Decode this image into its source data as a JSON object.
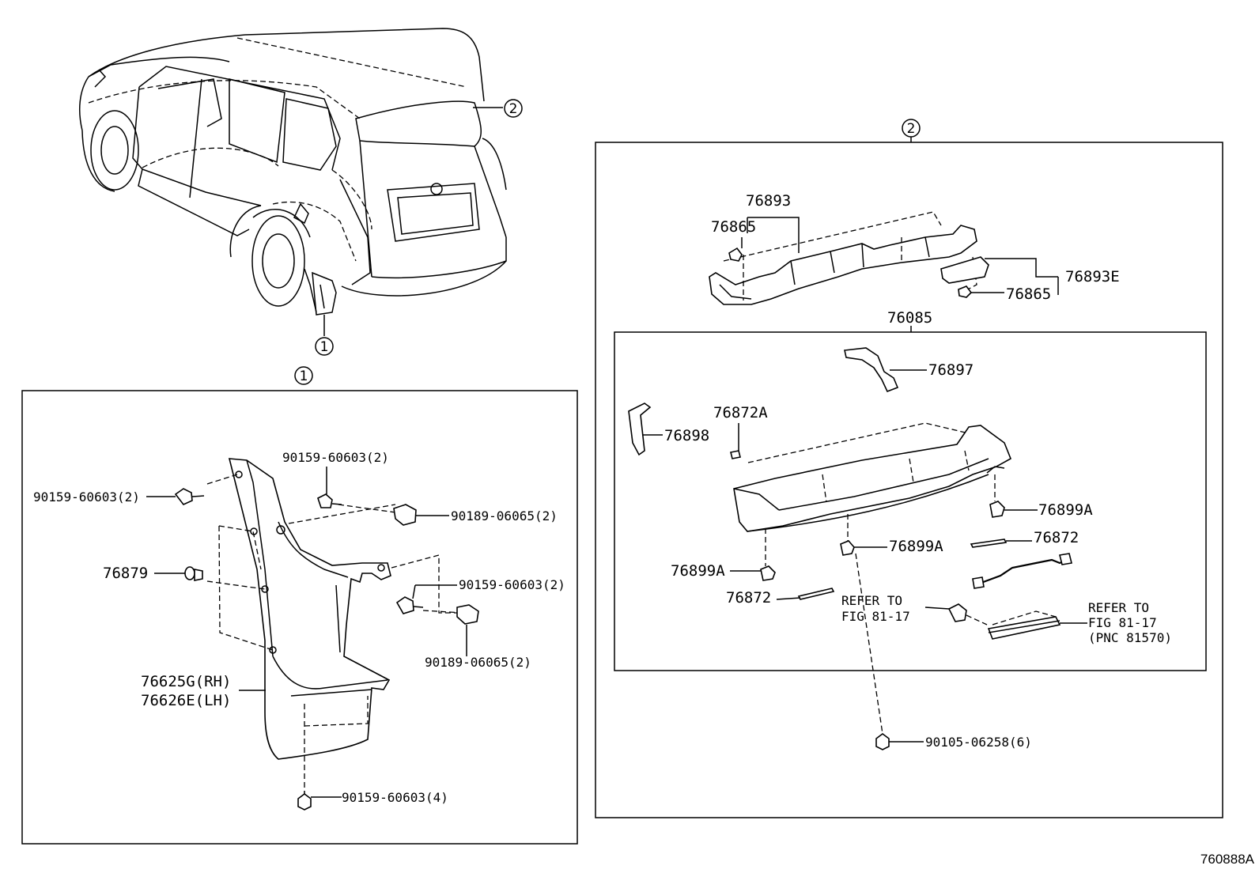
{
  "callouts": {
    "one": "1",
    "two": "2"
  },
  "figure_code": "760888A",
  "panel1": {
    "bolt_left": "90159-60603(2)",
    "bolt_top": "90159-60603(2)",
    "clip_top": "90189-06065(2)",
    "rivet": "76879",
    "bolt_mid": "90159-60603(2)",
    "clip_mid": "90189-06065(2)",
    "mudguard_rh": "76625G(RH)",
    "mudguard_lh": "76626E(LH)",
    "bolt_bottom": "90159-60603(4)"
  },
  "panel2": {
    "bracket": "76893",
    "clip_a": "76865",
    "bracket_e": "76893E",
    "clip_b": "76865",
    "spoiler_assy": "76085",
    "lamp": "76897",
    "pad_left": "76898",
    "tape_a": "76872A",
    "nut_right": "76899A",
    "nut_center": "76899A",
    "nut_left": "76899A",
    "tape_right": "76872",
    "tape_left": "76872",
    "refer_left_1": "REFER TO",
    "refer_left_2": "FIG 81-17",
    "refer_right_1": "REFER TO",
    "refer_right_2": "FIG 81-17",
    "refer_right_3": "(PNC 81570)",
    "bolt_bottom": "90105-06258(6)"
  }
}
